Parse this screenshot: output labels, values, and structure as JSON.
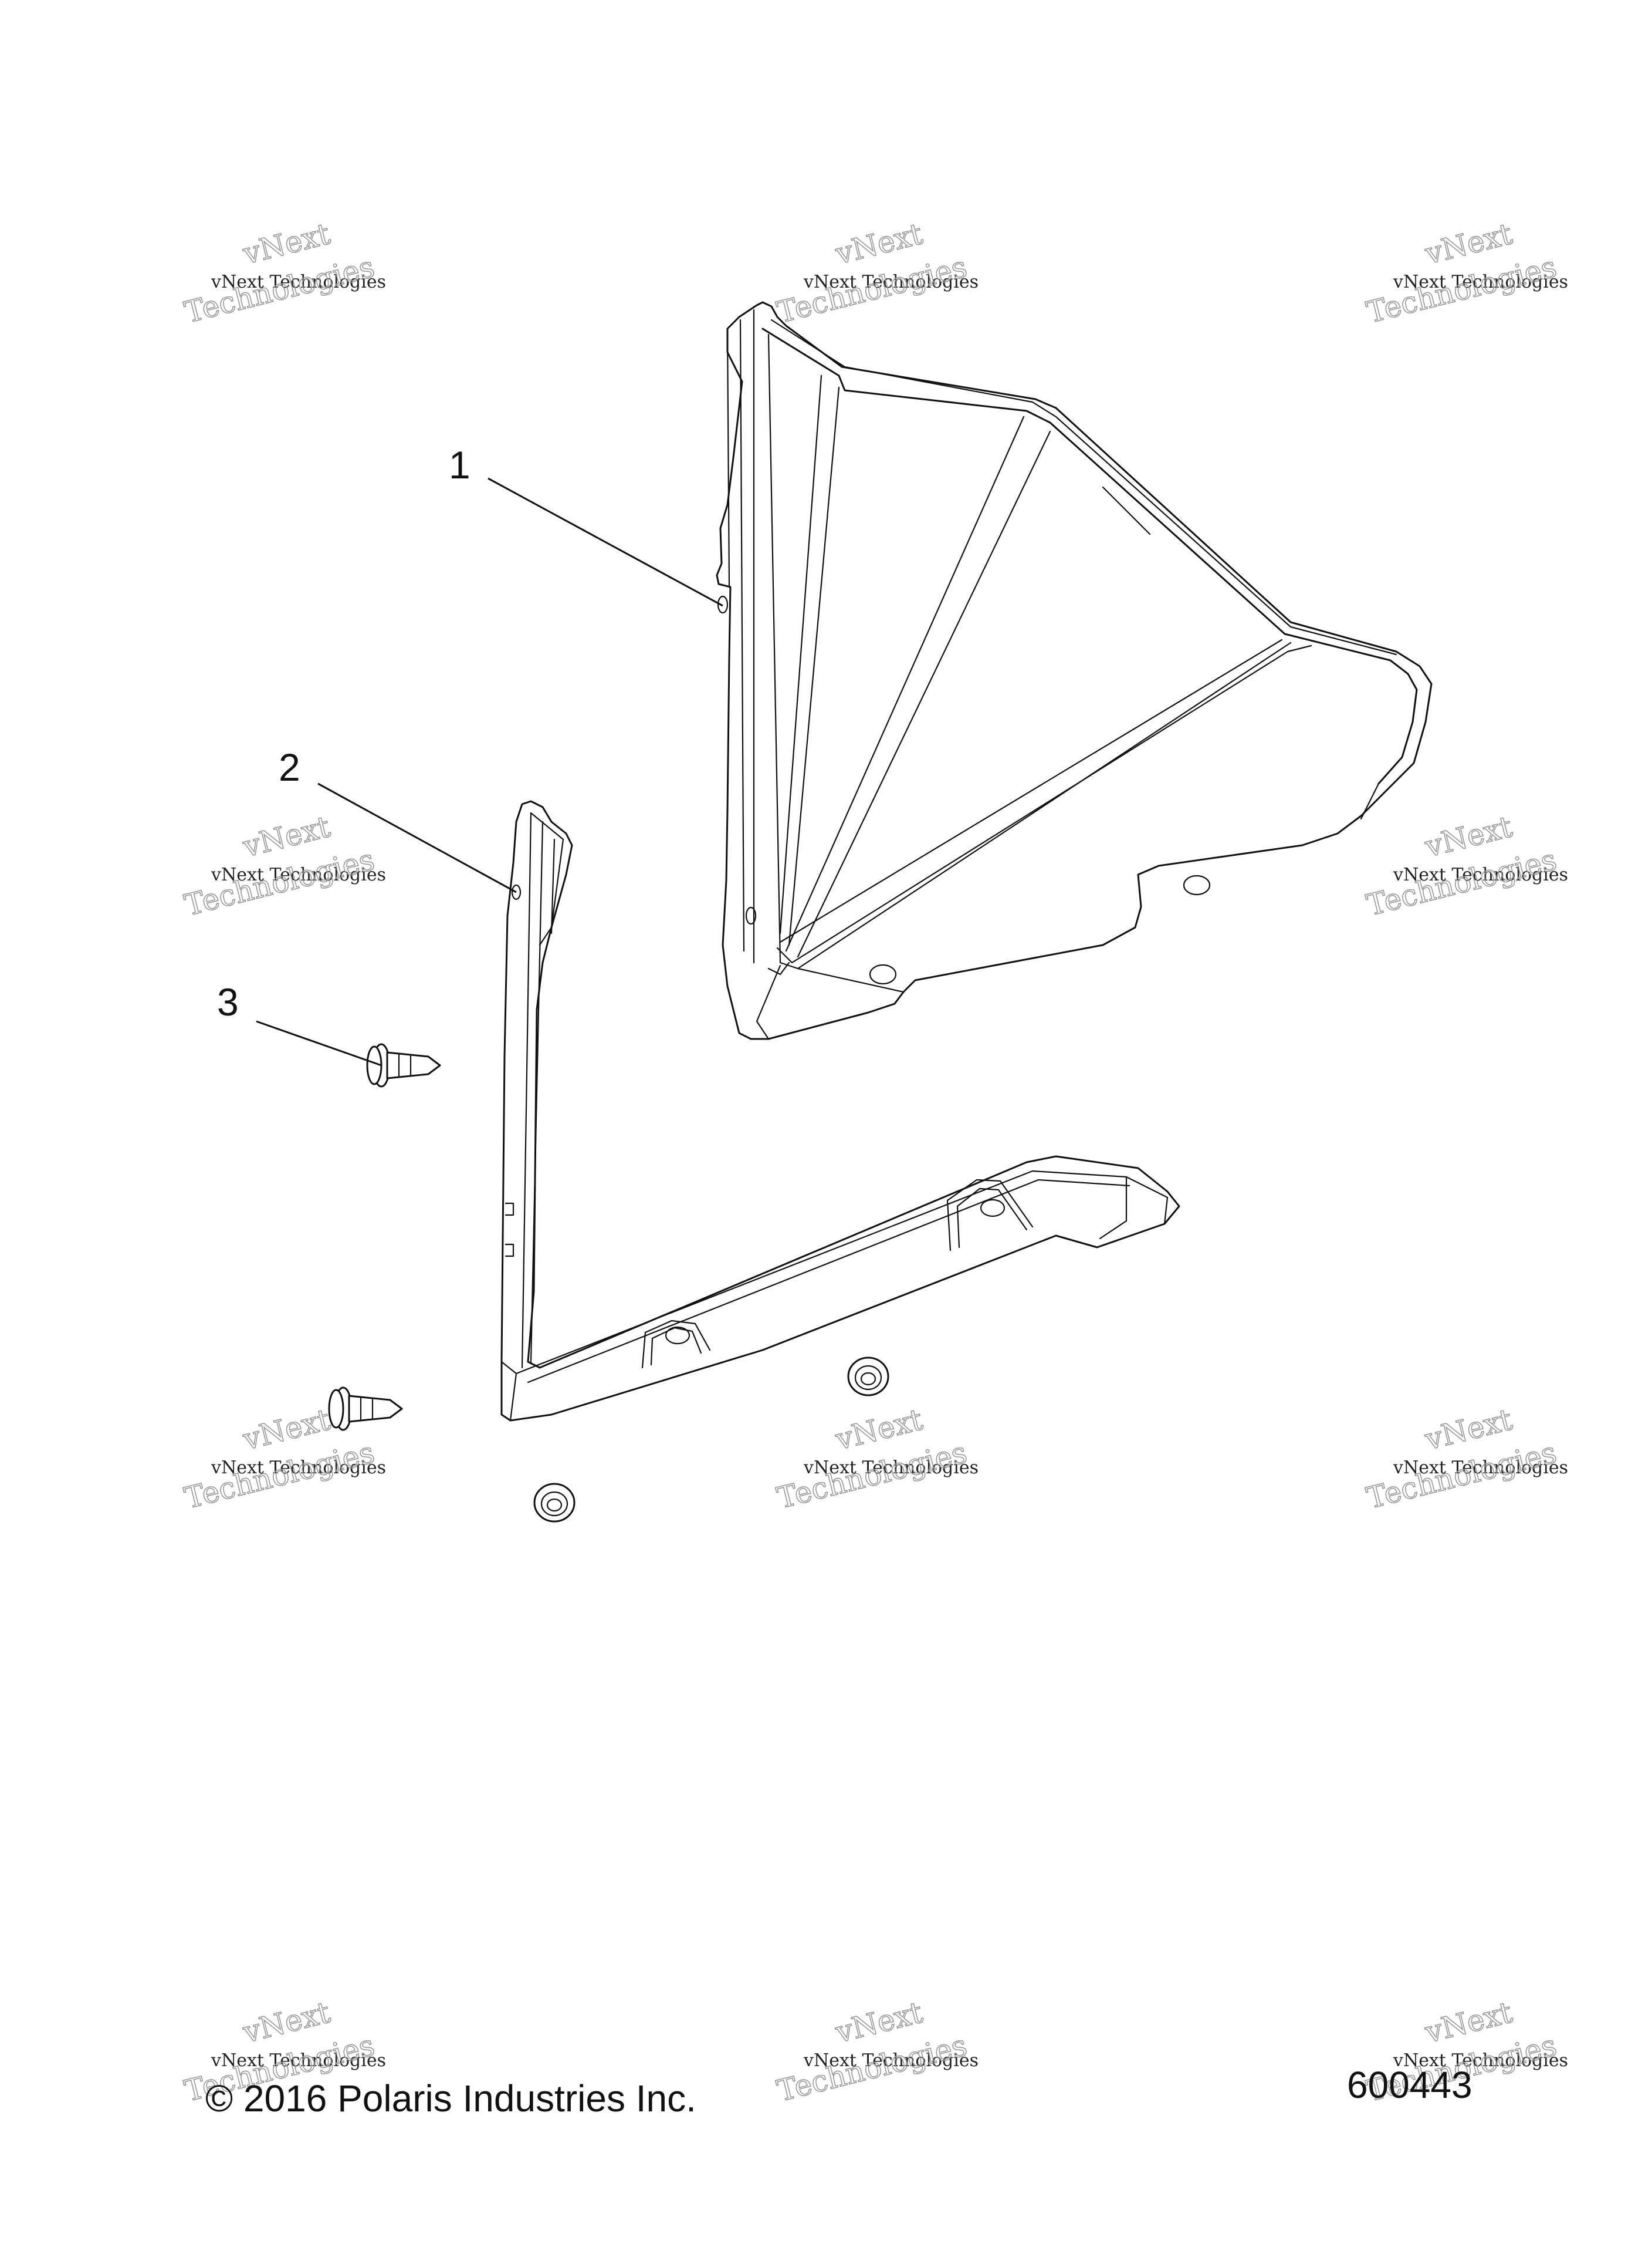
{
  "callouts": [
    {
      "number": "1"
    },
    {
      "number": "2"
    },
    {
      "number": "3"
    }
  ],
  "watermark": {
    "text": "vNext Technologies",
    "brand_top": "vNext",
    "brand_bottom": "Technologies"
  },
  "footer": {
    "copyright": "© 2016 Polaris Industries Inc.",
    "figure_number": "600443"
  },
  "colors": {
    "line": "#111111",
    "watermark_outline": "#9a9a9a",
    "background": "#ffffff"
  }
}
